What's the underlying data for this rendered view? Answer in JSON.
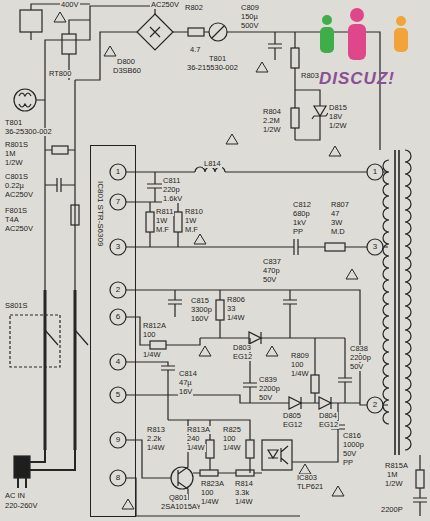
{
  "diagram": {
    "nodes": [
      {
        "text": [
          "IC801 STR-S6309"
        ]
      }
    ],
    "labels": [
      "400V",
      "AC250V",
      "R802",
      "4.7",
      "D800",
      "D3SB60",
      "T801",
      "36-215530-002",
      "C809",
      "150µ",
      "500V",
      "RT800",
      "T801",
      "36-25300-002",
      "R801S",
      "1M",
      "1/2W",
      "C801S",
      "0.22µ",
      "AC250V",
      "F801S",
      "T4A",
      "AC250V",
      "S801S",
      "AC IN",
      "220-260V",
      "R803",
      "R804",
      "2.2M",
      "1/2W",
      "D815",
      "18V",
      "1/2W",
      "L814",
      "C811",
      "220p",
      "1.6kV",
      "R811",
      "1W",
      "M.F",
      "R810",
      "1W",
      "M.F",
      "C812",
      "680p",
      "1kV",
      "PP",
      "R807",
      "47",
      "3W",
      "M.D",
      "R812A",
      "100",
      "1/4W",
      "C815",
      "3300p",
      "160V",
      "R806",
      "33",
      "1/4W",
      "C837",
      "470p",
      "50V",
      "D803",
      "EG12",
      "R809",
      "100",
      "1/4W",
      "C838",
      "2200p",
      "50V",
      "C839",
      "2200p",
      "50V",
      "D805",
      "EG12",
      "D804",
      "EG12",
      "C816",
      "1000p",
      "50V",
      "PP",
      "C814",
      "47µ",
      "16V",
      "R813",
      "2.2k",
      "1/4W",
      "R813A",
      "240",
      "1/4W",
      "R825",
      "100",
      "1/4W",
      "Q801",
      "2SA1015AY",
      "R823A",
      "100",
      "1/4W",
      "R814",
      "3.3k",
      "1/4W",
      "IC803",
      "TLP621",
      "R815A",
      "1M",
      "1/2W",
      "2200P",
      "DISCUZ!",
      "1",
      "7",
      "3",
      "2",
      "6",
      "4",
      "5",
      "9",
      "8",
      "1",
      "3",
      "2"
    ]
  }
}
